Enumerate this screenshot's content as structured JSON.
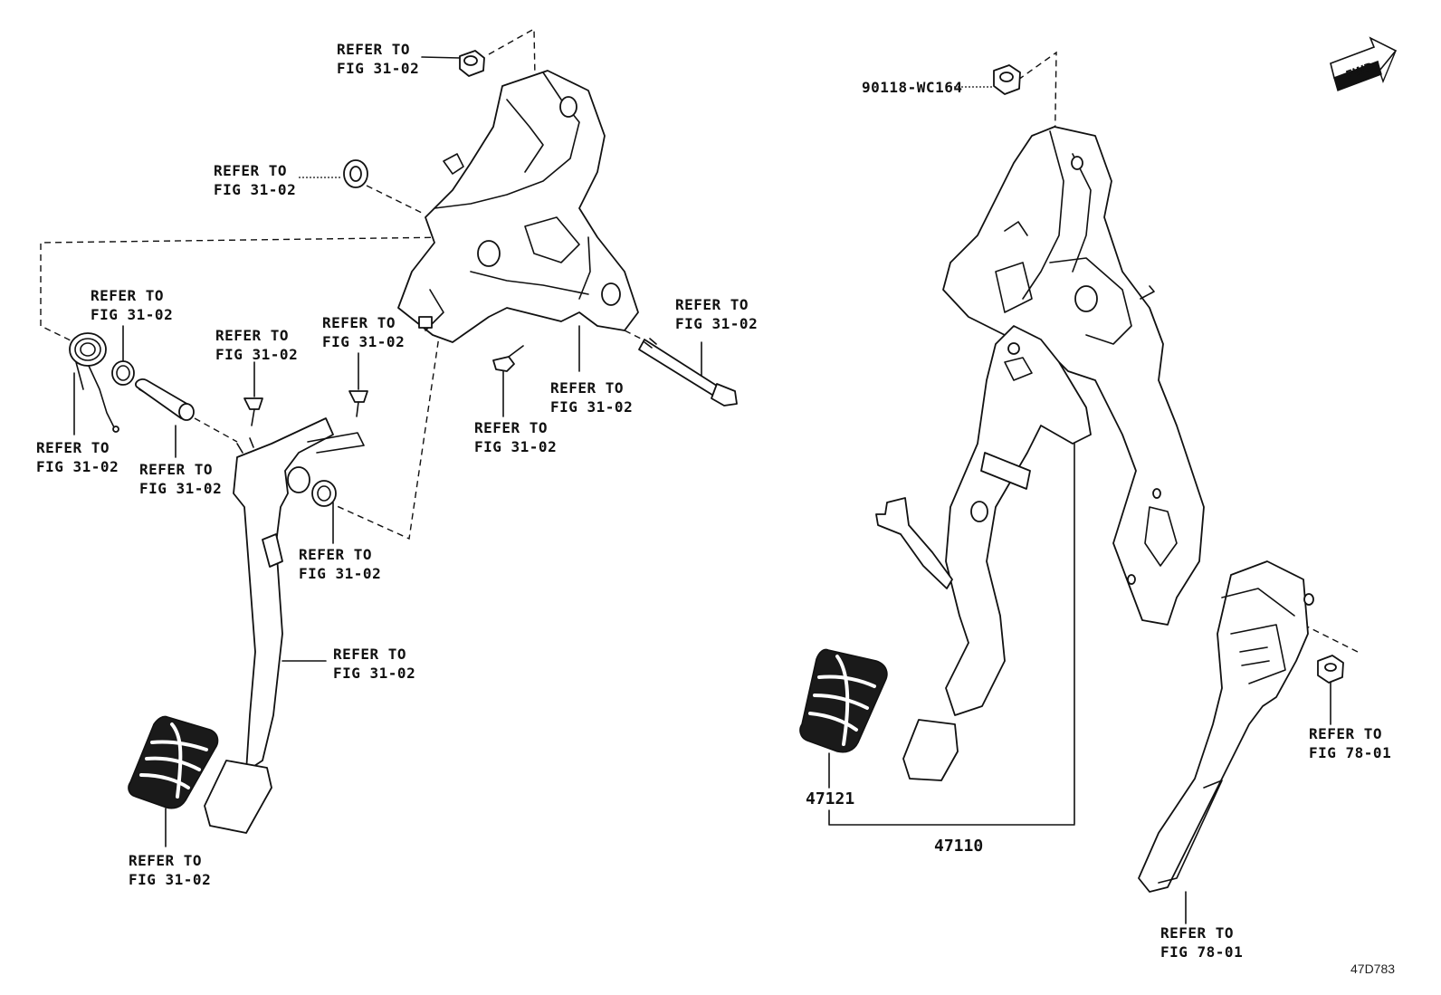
{
  "diagram": {
    "type": "exploded-parts-diagram",
    "colors": {
      "line": "#111111",
      "background": "#ffffff"
    },
    "icons": [
      "fwd-arrow-icon"
    ],
    "labels": {
      "refer_top_nut": "REFER TO\nFIG 31-02",
      "refer_bushing_top": "REFER TO\nFIG 31-02",
      "refer_spring": "REFER TO\nFIG 31-02",
      "refer_spring_bottom": "REFER TO\nFIG 31-02",
      "refer_collar": "REFER TO\nFIG 31-02",
      "refer_stop_clip_left": "REFER TO\nFIG 31-02",
      "refer_stop_clip_right": "REFER TO\nFIG 31-02",
      "refer_bolt": "REFER TO\nFIG 31-02",
      "refer_bracket_lower": "REFER TO\nFIG 31-02",
      "refer_clip_bracket": "REFER TO\nFIG 31-02",
      "refer_bushing_arm": "REFER TO\nFIG 31-02",
      "refer_pedal_arm": "REFER TO\nFIG 31-02",
      "refer_pedal_pad": "REFER TO\nFIG 31-02",
      "refer_accel_nut": "REFER TO\nFIG 78-01",
      "refer_accel_pedal": "REFER TO\nFIG 78-01"
    },
    "part_numbers": {
      "nut": "90118-WC164",
      "pad": "47121",
      "assembly": "47110"
    },
    "fwd": "FWD",
    "illustration_code": "47D783"
  }
}
